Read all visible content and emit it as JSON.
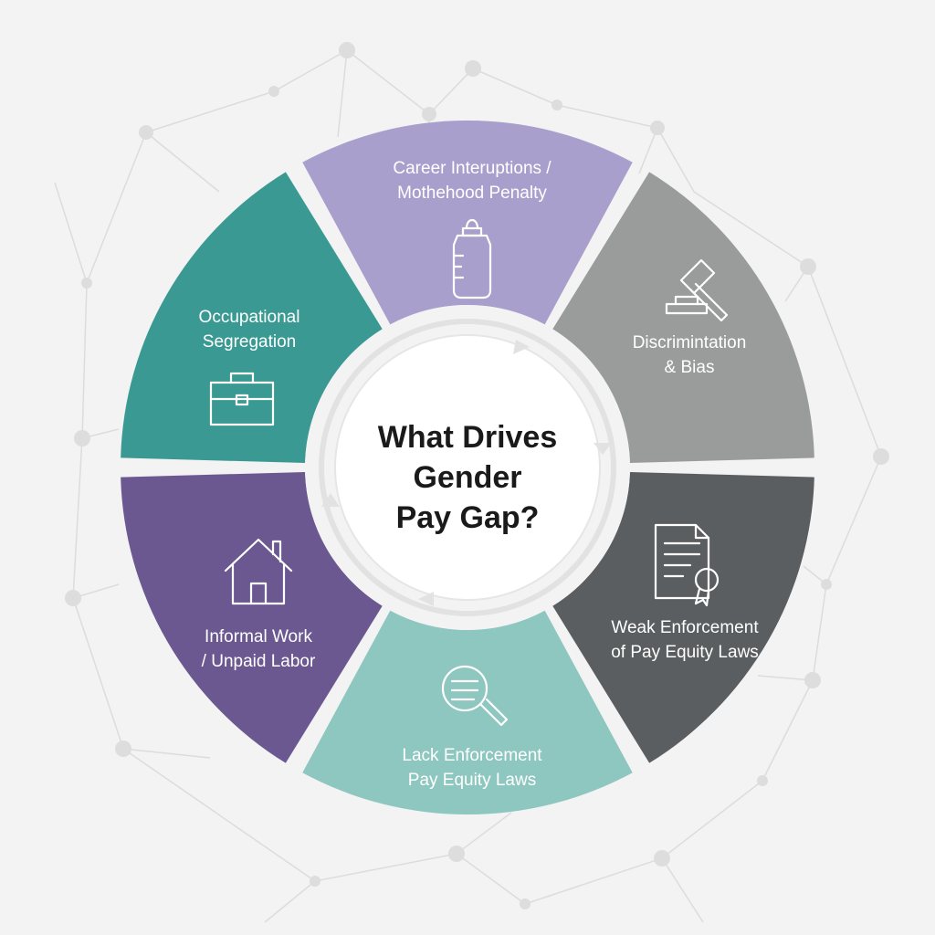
{
  "diagram": {
    "title_lines": [
      "What Drives",
      "Gender",
      "Pay Gap?"
    ],
    "segments": [
      {
        "id": "career",
        "lines": [
          "Career Interuptions /",
          "Mothehood Penalty"
        ],
        "icon": "baby-bottle-icon",
        "color": "#a99fcd"
      },
      {
        "id": "discrimination",
        "lines": [
          "Discrimintation",
          "& Bias"
        ],
        "icon": "gavel-icon",
        "color": "#9a9c9c"
      },
      {
        "id": "weak-enforcement",
        "lines": [
          "Weak Enforcement",
          "of Pay Equity Laws"
        ],
        "icon": "certificate-document-icon",
        "color": "#5b5e61"
      },
      {
        "id": "lack-enforcement",
        "lines": [
          "Lack Enforcement",
          "Pay Equity Laws"
        ],
        "icon": "magnifier-icon",
        "color": "#8dc7c0"
      },
      {
        "id": "informal-work",
        "lines": [
          "Informal Work",
          "/ Unpaid Labor"
        ],
        "icon": "house-icon",
        "color": "#6b5891"
      },
      {
        "id": "occupational",
        "lines": [
          "Occupational",
          "Segregation"
        ],
        "icon": "briefcase-icon",
        "color": "#3a9a93"
      }
    ]
  },
  "colors": {
    "background": "#f3f3f3",
    "network": "#dcdcdc",
    "center_fill": "#ffffff",
    "separator": "#f3f3f3"
  }
}
